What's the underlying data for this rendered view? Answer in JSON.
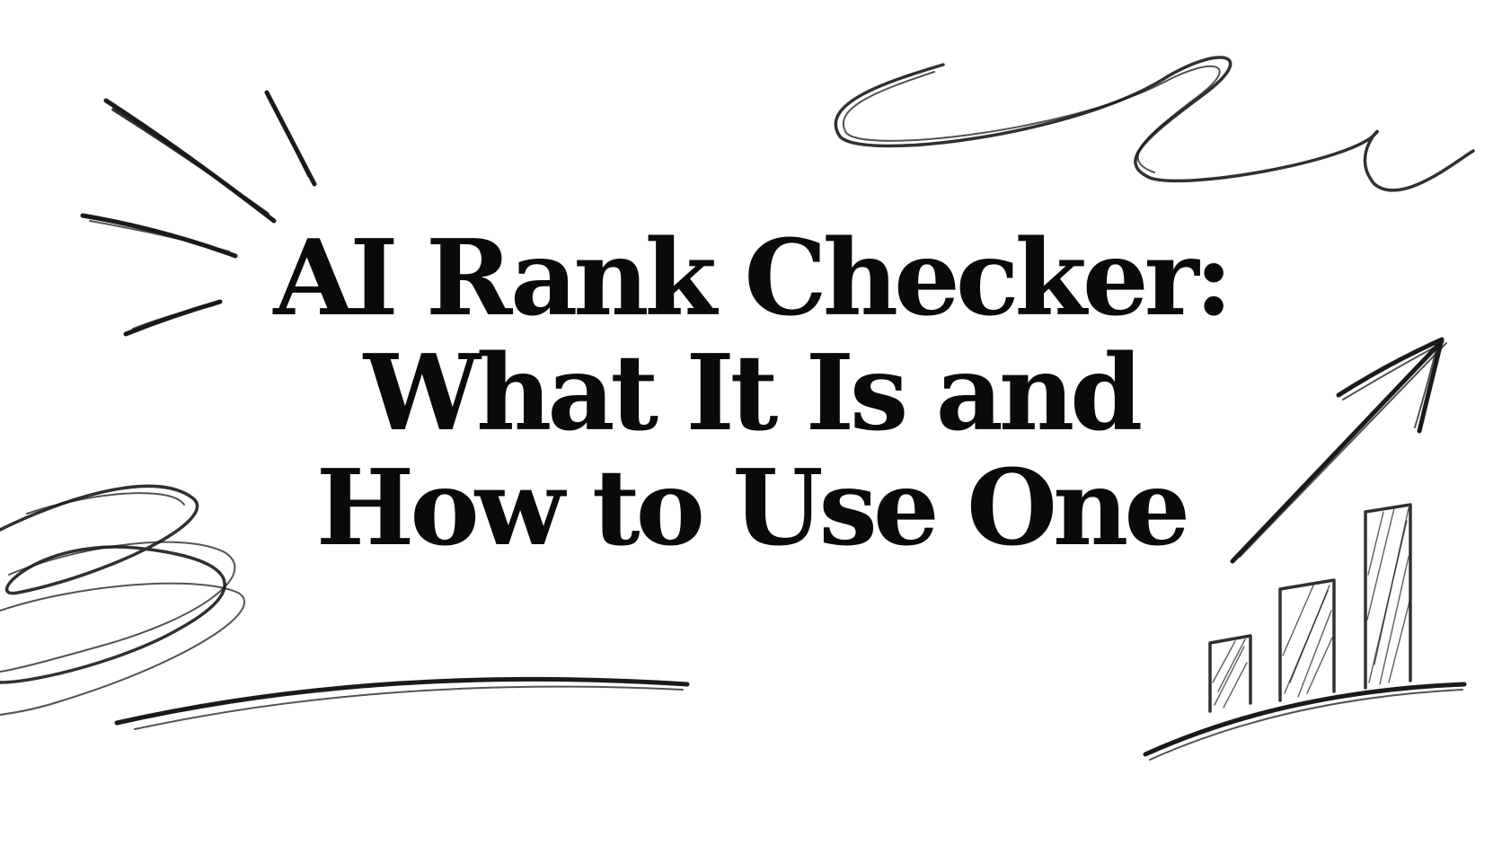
{
  "headline": {
    "line1": "AI Rank Checker:",
    "line2": "What It Is and",
    "line3": "How to Use One"
  },
  "colors": {
    "background": "#ffffff",
    "ink": "#0a0a0a"
  },
  "icons": [
    "burst-lines-icon",
    "scribble-icon",
    "squiggle-icon",
    "arrow-up-right-icon",
    "bar-chart-icon",
    "underline-swoosh-icon"
  ],
  "bar_chart_levels": [
    0.27,
    0.52,
    0.83
  ]
}
